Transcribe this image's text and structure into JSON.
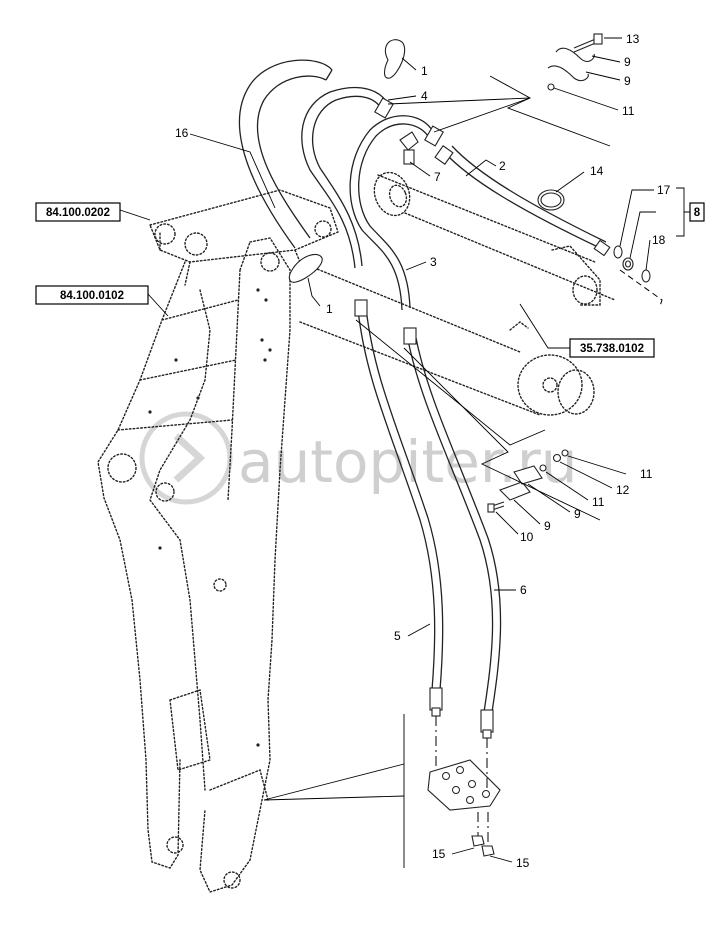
{
  "reference_boxes": [
    {
      "id": "ref-boom-upper",
      "label": "84.100.0202"
    },
    {
      "id": "ref-boom-lower",
      "label": "84.100.0102"
    },
    {
      "id": "ref-cylinder",
      "label": "35.738.0102"
    }
  ],
  "callouts": [
    {
      "id": "c13",
      "label": "13"
    },
    {
      "id": "c9a",
      "label": "9"
    },
    {
      "id": "c9b",
      "label": "9"
    },
    {
      "id": "c1a",
      "label": "1"
    },
    {
      "id": "c4",
      "label": "4"
    },
    {
      "id": "c11a",
      "label": "11"
    },
    {
      "id": "c16",
      "label": "16"
    },
    {
      "id": "c2",
      "label": "2"
    },
    {
      "id": "c7",
      "label": "7"
    },
    {
      "id": "c14",
      "label": "14"
    },
    {
      "id": "c17",
      "label": "17"
    },
    {
      "id": "c8",
      "label": "8"
    },
    {
      "id": "c18",
      "label": "18"
    },
    {
      "id": "c3",
      "label": "3"
    },
    {
      "id": "c1b",
      "label": "1"
    },
    {
      "id": "c11b",
      "label": "11"
    },
    {
      "id": "c12",
      "label": "12"
    },
    {
      "id": "c11c",
      "label": "11"
    },
    {
      "id": "c9c",
      "label": "9"
    },
    {
      "id": "c9d",
      "label": "9"
    },
    {
      "id": "c10",
      "label": "10"
    },
    {
      "id": "c6",
      "label": "6"
    },
    {
      "id": "c5",
      "label": "5"
    },
    {
      "id": "c15a",
      "label": "15"
    },
    {
      "id": "c15b",
      "label": "15"
    }
  ],
  "watermark": "autopiter.ru",
  "colors": {
    "line": "#222222",
    "watermark": "#cfcfcf",
    "background": "#ffffff"
  }
}
